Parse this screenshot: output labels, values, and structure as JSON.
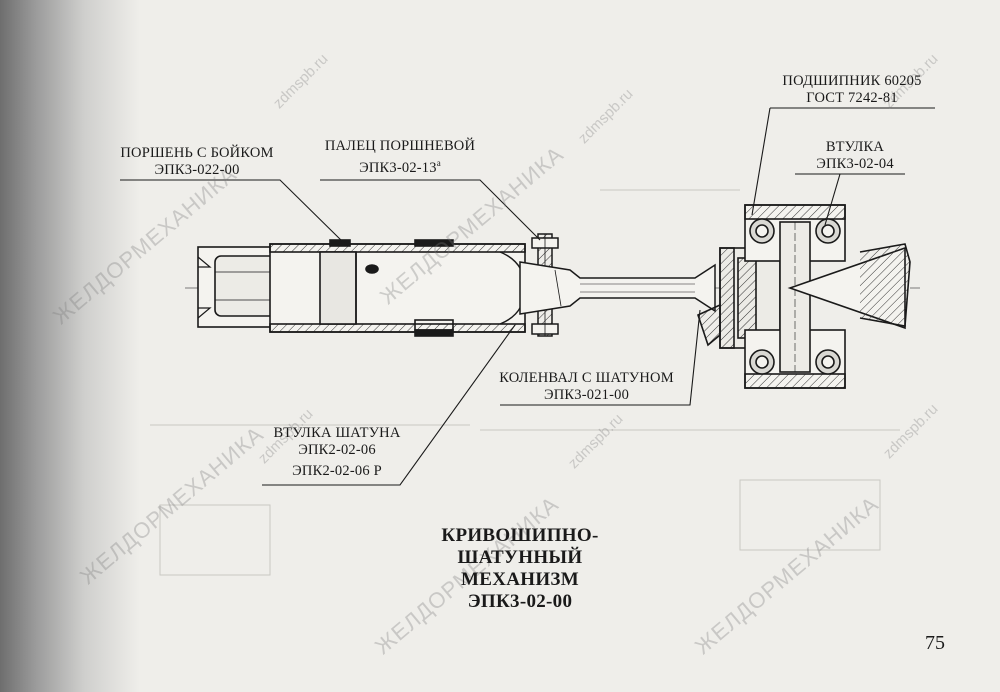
{
  "labels": {
    "piston_name": "ПОРШЕНЬ С БОЙКОМ",
    "piston_code": "ЭПК3-022-00",
    "pin_name": "ПАЛЕЦ ПОРШНЕВОЙ",
    "pin_code": "ЭПК3-02-13",
    "pin_code_sup": "а",
    "bearing_name": "ПОДШИПНИК 60205",
    "bearing_std": "ГОСТ 7242-81",
    "sleeve_name": "ВТУЛКА",
    "sleeve_code": "ЭПК3-02-04",
    "crank_name": "КОЛЕНВАЛ С ШАТУНОМ",
    "crank_code": "ЭПК3-021-00",
    "rod_sleeve_name": "ВТУЛКА ШАТУНА",
    "rod_sleeve_code1": "ЭПК2-02-06",
    "rod_sleeve_code2": "ЭПК2-02-06 Р"
  },
  "title": {
    "line1": "КРИВОШИПНО-",
    "line2": "ШАТУННЫЙ",
    "line3": "МЕХАНИЗМ",
    "line4": "ЭПК3-02-00"
  },
  "page_number": "75",
  "watermarks": {
    "brand": "ЖЕЛДОРМЕХАНИКА",
    "site": "zdmspb.ru"
  }
}
